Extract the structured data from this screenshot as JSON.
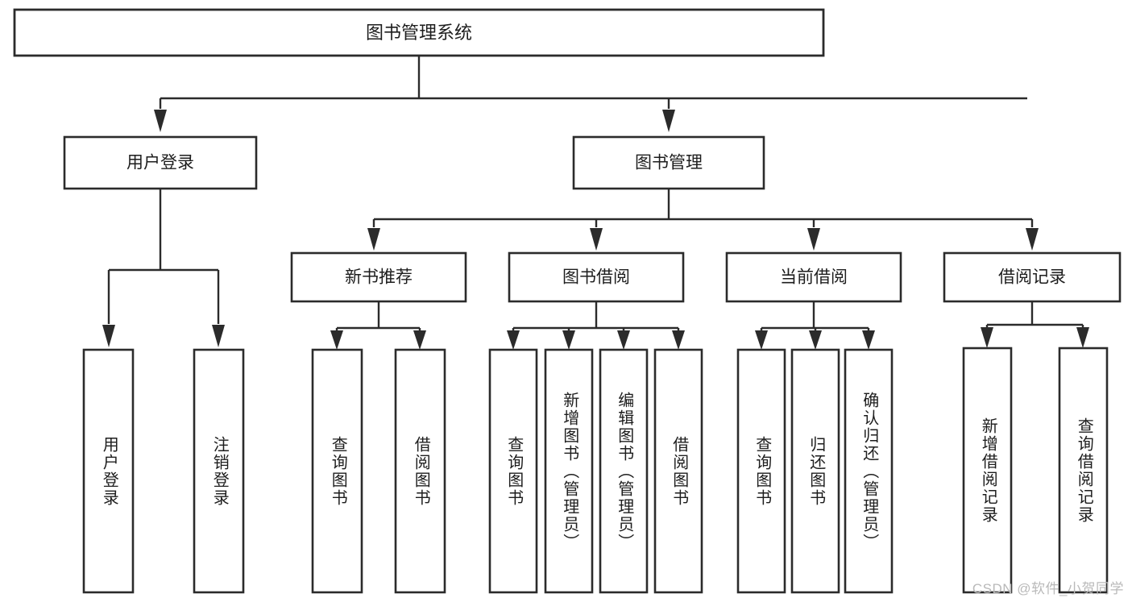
{
  "diagram": {
    "title": "图书管理系统",
    "type": "tree-hierarchy-chart",
    "colors": {
      "box_stroke": "#2b2b2b",
      "box_fill": "#ffffff",
      "text": "#1d1d1d",
      "background": "#ffffff",
      "watermark": "#b9b9b9"
    },
    "root": {
      "id": "root",
      "label": "图书管理系统"
    },
    "level2": [
      {
        "id": "user-login",
        "label": "用户登录"
      },
      {
        "id": "book-management",
        "label": "图书管理"
      }
    ],
    "level3": [
      {
        "id": "new-book-recommend",
        "label": "新书推荐",
        "parent": "book-management"
      },
      {
        "id": "book-borrow",
        "label": "图书借阅",
        "parent": "book-management"
      },
      {
        "id": "current-borrow",
        "label": "当前借阅",
        "parent": "book-management"
      },
      {
        "id": "borrow-record",
        "label": "借阅记录",
        "parent": "book-management"
      }
    ],
    "leaves": {
      "user-login": [
        {
          "id": "leaf-user-login",
          "label": "用户登录"
        },
        {
          "id": "leaf-logout-login",
          "label": "注销登录"
        }
      ],
      "new-book-recommend": [
        {
          "id": "leaf-query-book-1",
          "label": "查询图书"
        },
        {
          "id": "leaf-borrow-book-1",
          "label": "借阅图书"
        }
      ],
      "book-borrow": [
        {
          "id": "leaf-query-book-2",
          "label": "查询图书"
        },
        {
          "id": "leaf-add-book-admin",
          "label": "新增图书（管理员）"
        },
        {
          "id": "leaf-edit-book-admin",
          "label": "编辑图书（管理员）"
        },
        {
          "id": "leaf-borrow-book-2",
          "label": "借阅图书"
        }
      ],
      "current-borrow": [
        {
          "id": "leaf-query-book-3",
          "label": "查询图书"
        },
        {
          "id": "leaf-return-book",
          "label": "归还图书"
        },
        {
          "id": "leaf-confirm-return-admin",
          "label": "确认归还（管理员）"
        }
      ],
      "borrow-record": [
        {
          "id": "leaf-add-borrow-record",
          "label": "新增借阅记录"
        },
        {
          "id": "leaf-query-borrow-record",
          "label": "查询借阅记录"
        }
      ]
    },
    "watermark": "CSDN @软件_小贺同学"
  }
}
